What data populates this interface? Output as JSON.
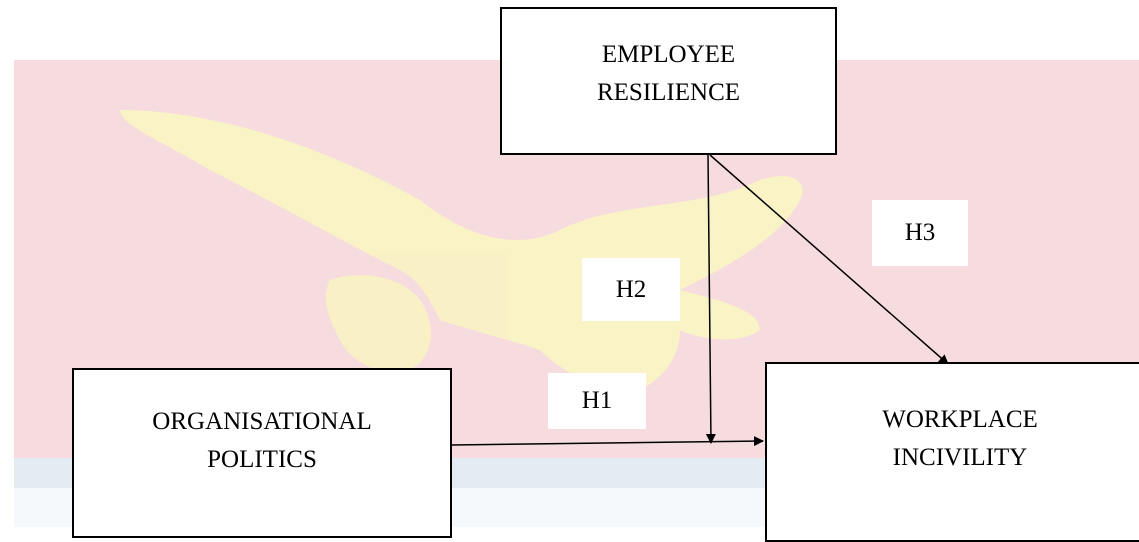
{
  "diagram": {
    "nodes": {
      "employee_resilience": {
        "lines": [
          "EMPLOYEE",
          "RESILIENCE"
        ]
      },
      "organisational_politics": {
        "lines": [
          "ORGANISATIONAL",
          "POLITICS"
        ]
      },
      "workplace_incivility": {
        "lines": [
          "WORKPLACE",
          "INCIVILITY"
        ]
      }
    },
    "hypotheses": {
      "h1": "H1",
      "h2": "H2",
      "h3": "H3"
    },
    "edges": [
      {
        "from": "organisational_politics",
        "to": "workplace_incivility",
        "label": "H1"
      },
      {
        "from": "employee_resilience",
        "to": "h1-path",
        "label": "H2"
      },
      {
        "from": "employee_resilience",
        "to": "workplace_incivility",
        "label": "H3"
      }
    ]
  }
}
